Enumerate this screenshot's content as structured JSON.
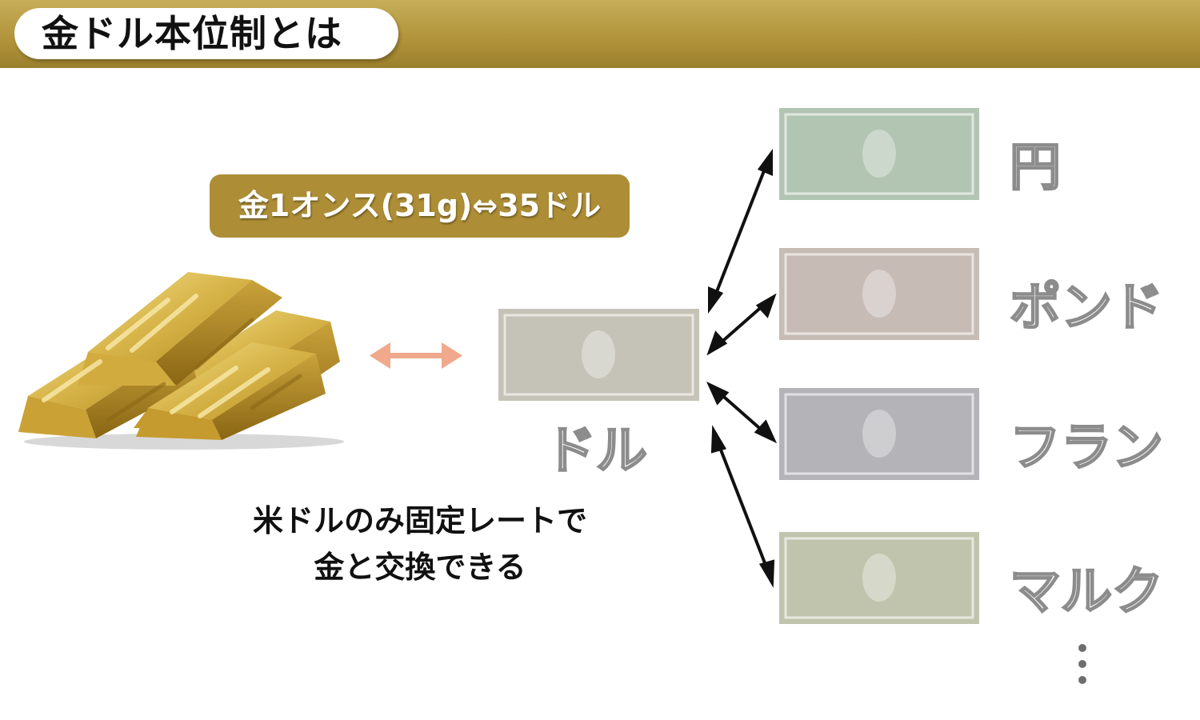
{
  "header": {
    "title": "金ドル本位制とは",
    "bar_color": "#b2953c"
  },
  "rate_badge": {
    "text": "金1オンス(31g)⇔35ドル",
    "color": "#ad8e36"
  },
  "gold": {
    "icon": "gold-bars-icon",
    "exchange_arrow_color": "#f0a98c"
  },
  "dollar": {
    "label": "ドル",
    "note_color": "#c5c3b7"
  },
  "note_text": {
    "line1": "米ドルのみ固定レートで",
    "line2": "金と交換できる"
  },
  "currencies": [
    {
      "label": "円",
      "note_color": "#b2c4b2"
    },
    {
      "label": "ポンド",
      "note_color": "#c7bbb5"
    },
    {
      "label": "フラン",
      "note_color": "#b4b4b8"
    },
    {
      "label": "マルク",
      "note_color": "#c1c4ad"
    }
  ],
  "more_indicator": "more-vertical-icon"
}
